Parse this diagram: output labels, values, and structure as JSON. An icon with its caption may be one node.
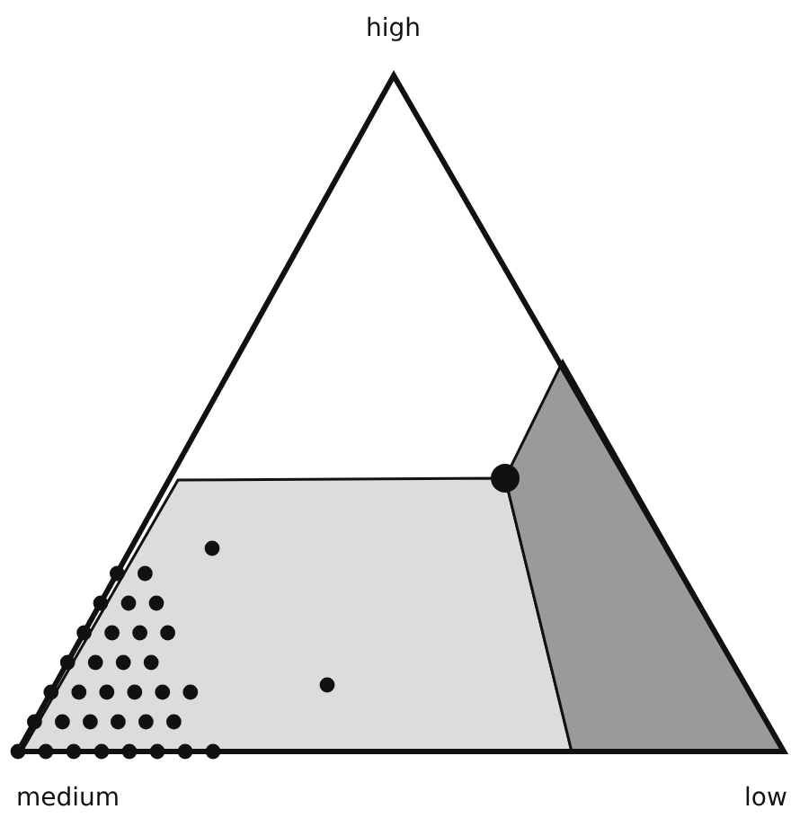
{
  "diagram": {
    "labels": [
      "high",
      "medium",
      "low"
    ]
  }
}
